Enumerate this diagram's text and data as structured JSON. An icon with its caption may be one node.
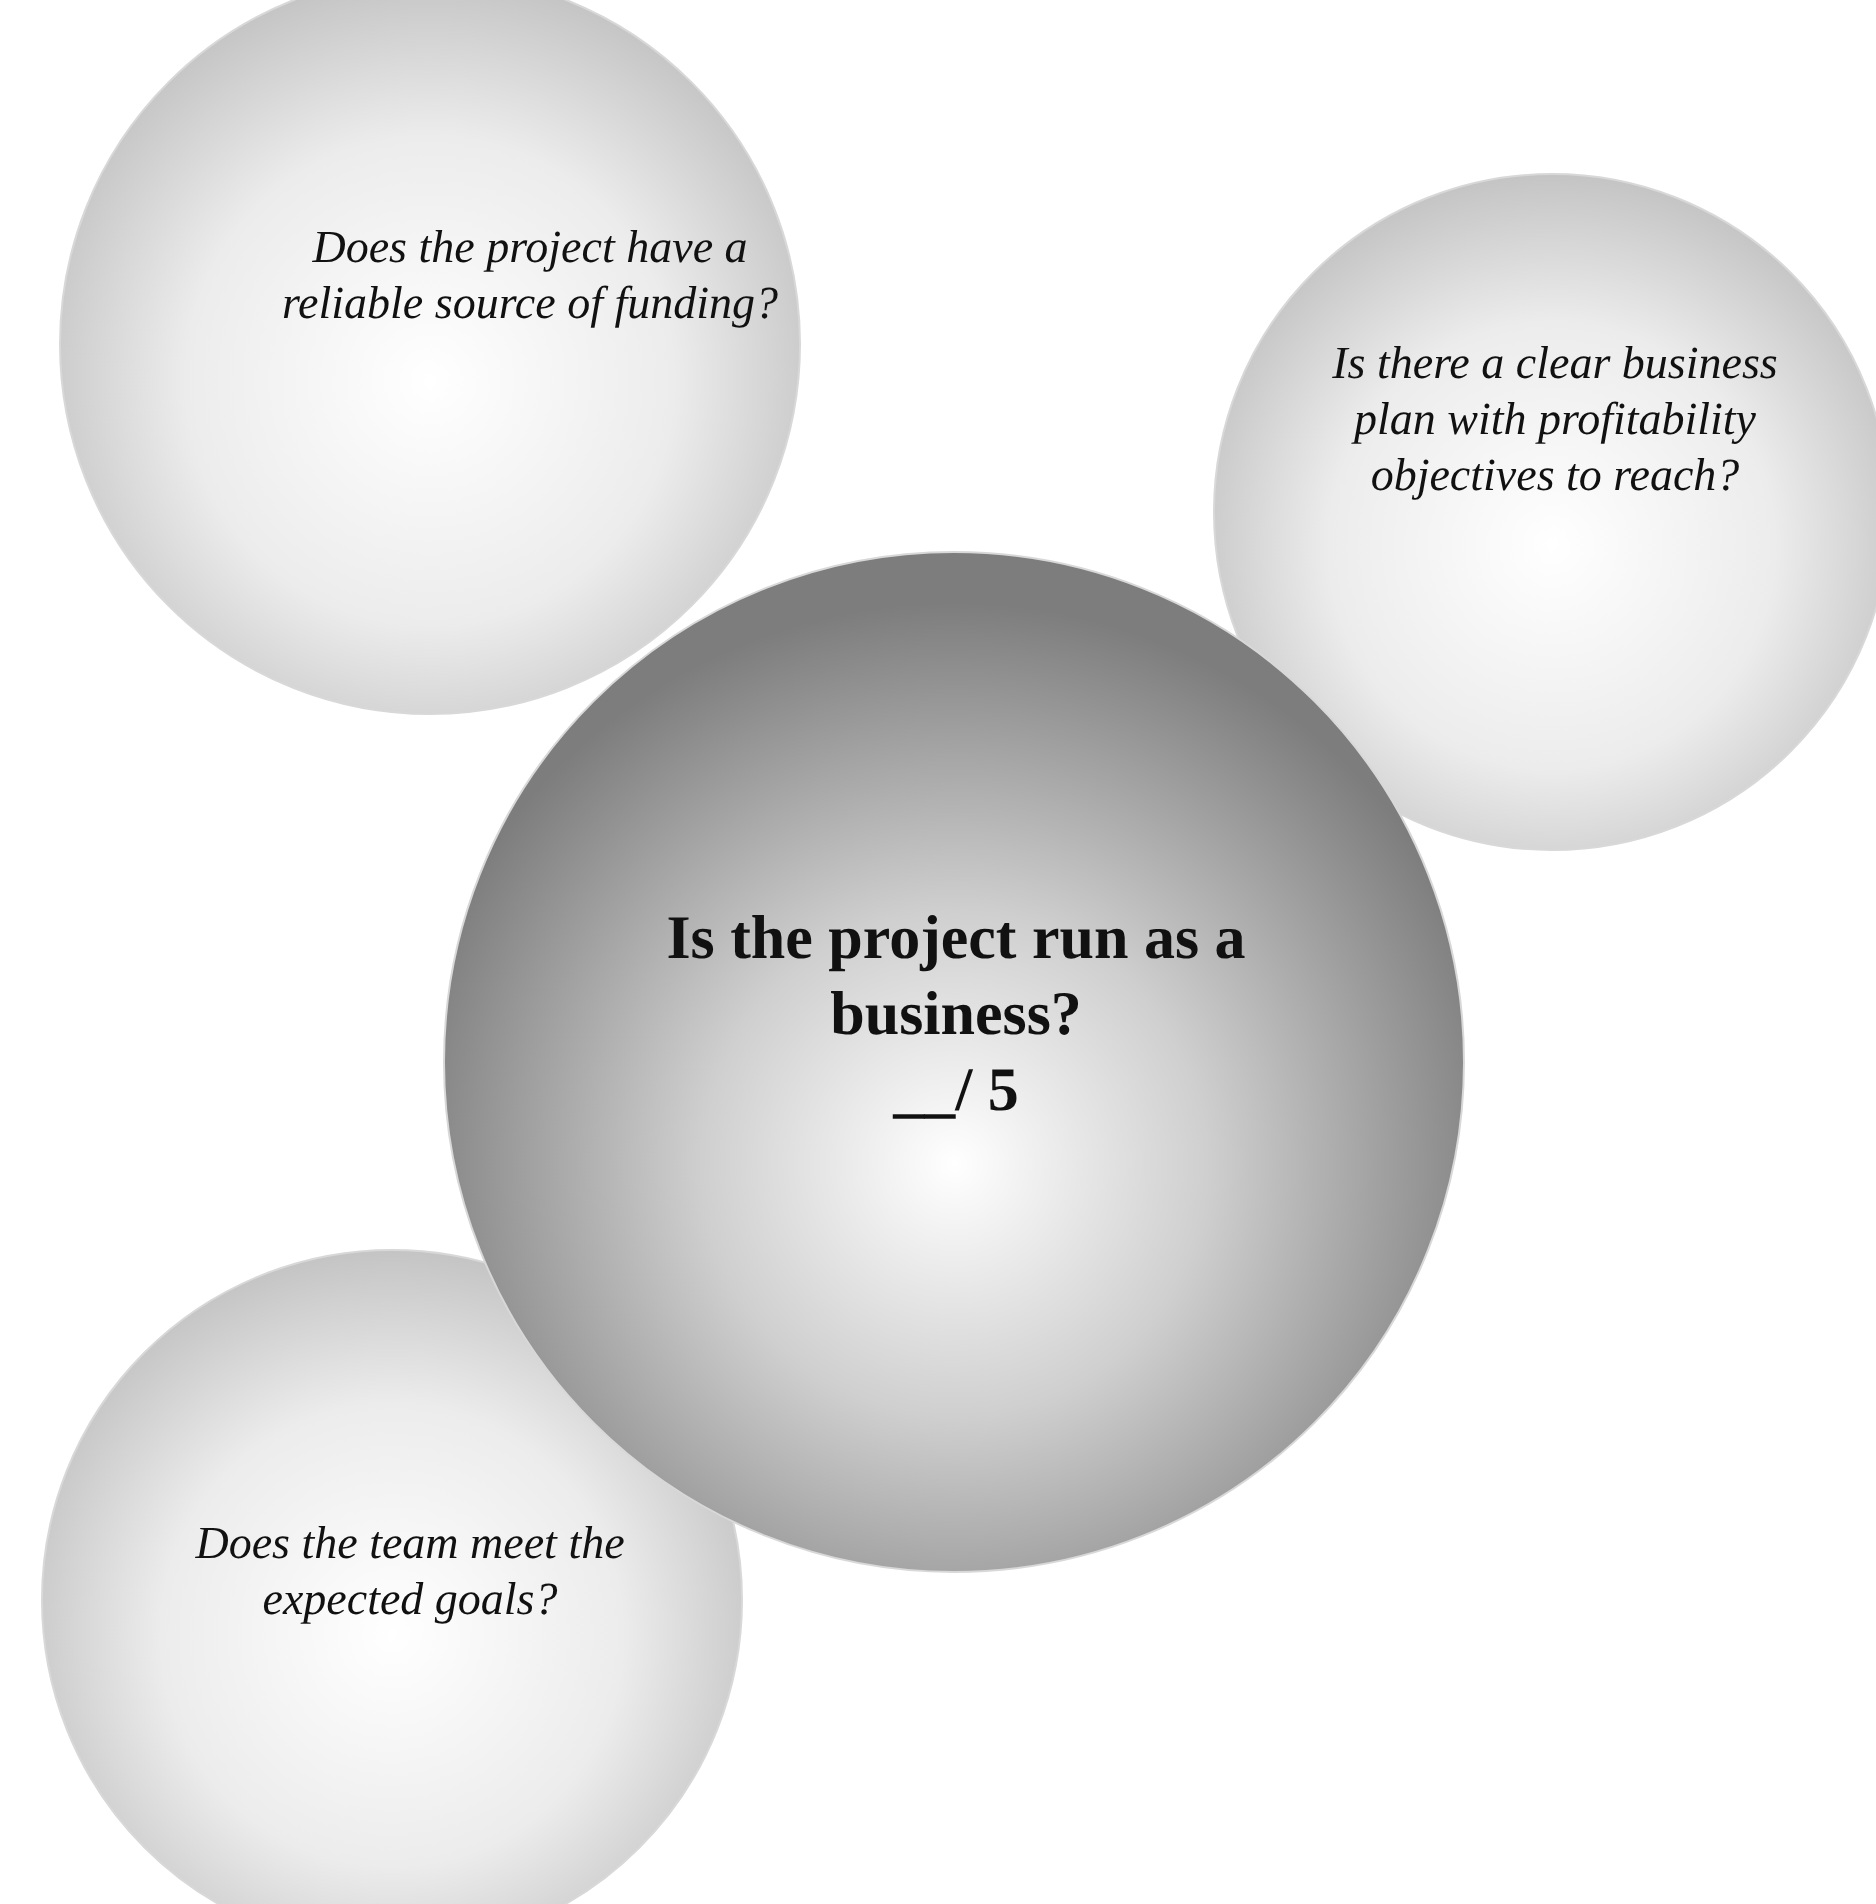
{
  "diagram": {
    "nodes": [
      {
        "text": [
          "Does the project have a reliable source of funding?"
        ]
      },
      {
        "text": [
          "Is there a clear business plan with profitability objectives to reach?"
        ]
      },
      {
        "text": [
          "Is the project run as a business?",
          "__/ 5"
        ]
      },
      {
        "text": [
          "Does the team meet the expected goals?"
        ]
      }
    ]
  }
}
